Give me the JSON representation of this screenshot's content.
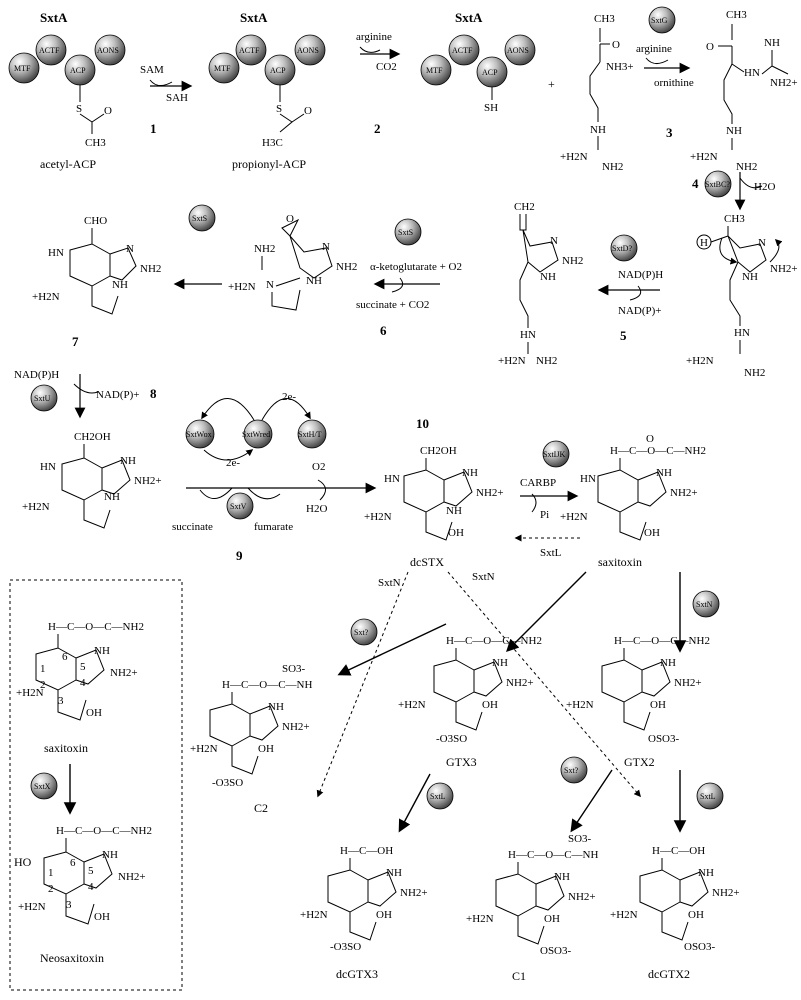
{
  "colors": {
    "sphere_fill": "#bdbdbd",
    "ink": "#000000",
    "background": "#ffffff"
  },
  "sxta": {
    "title": "SxtA",
    "domains": [
      "MTF",
      "ACTF",
      "ACP",
      "AONS"
    ],
    "stage1_caption": "acetyl-ACP",
    "stage2_caption": "propionyl-ACP",
    "ch3": "CH3",
    "h3c": "H3C",
    "sh": "SH",
    "s": "S",
    "o": "O"
  },
  "steps": [
    {
      "number": "1",
      "reagent_in": "SAM",
      "reagent_out": "SAH"
    },
    {
      "number": "2",
      "reagent_in": "arginine",
      "reagent_out": "CO2"
    },
    {
      "number": "3",
      "reagent_in": "arginine",
      "reagent_out": "ornithine"
    },
    {
      "number": "4",
      "reagent_out": "H2O"
    },
    {
      "number": "5",
      "reagent_in": "NAD(P)H",
      "reagent_out": "NAD(P)+"
    },
    {
      "number": "6",
      "reagent_in": "α-ketoglutarate + O2",
      "reagent_out": "succinate + CO2"
    },
    {
      "number": "7"
    },
    {
      "number": "8",
      "reagent_in": "NAD(P)H",
      "reagent_out": "NAD(P)+"
    },
    {
      "number": "9",
      "reagent_in": "succinate",
      "reagent_out": "fumarate"
    },
    {
      "number": "10",
      "reagent_o2": "O2",
      "reagent_h2o": "H2O"
    }
  ],
  "enzymes": {
    "sxtg": "SxtG",
    "sxtbc": "SxtBC?",
    "sxtd": "SxtD?",
    "sxts_a": "SxtS",
    "sxts_b": "SxtS",
    "sxtu": "SxtU",
    "sxtw": "SxtWox",
    "sxtwred": "SxtWred",
    "sxtht": "SxtH/T",
    "sxtv": "SxtV",
    "sxtijk": "SxtIJK",
    "sxtn_sphere": "SxtN",
    "sxtq1": "Sxt?",
    "sxtq2": "Sxt?",
    "sxtl1": "SxtL",
    "sxtl2": "SxtL",
    "sxtx": "SxtX"
  },
  "electron_labels": [
    "2e-",
    "2e-"
  ],
  "pathway_labels": {
    "carbp": "CARBP",
    "pi": "Pi",
    "sxtl_arrow": "SxtL",
    "sxtn_left": "SxtN",
    "sxtn_right": "SxtN"
  },
  "compounds": {
    "dcstx": "dcSTX",
    "saxitoxin": "saxitoxin",
    "gtx3": "GTX3",
    "gtx2": "GTX2",
    "c2": "C2",
    "c1": "C1",
    "dcgtx3": "dcGTX3",
    "dcgtx2": "dcGTX2",
    "box_saxitoxin": "saxitoxin",
    "neosaxitoxin": "Neosaxitoxin"
  },
  "atom_labels": {
    "nh2": "NH2",
    "nh3p": "NH3+",
    "nh": "NH",
    "hn": "HN",
    "n": "N",
    "h2np": "+H2N",
    "nh2p": "NH2+",
    "h2n": "H2N",
    "cho": "CHO",
    "ch2oh": "CH2OH",
    "oh": "OH",
    "h": "H",
    "o": "O",
    "ho": "HO",
    "ch2": "CH2",
    "ch3": "CH3",
    "so3m": "SO3-",
    "oso3m": "OSO3-",
    "mo3so": "-O3SO",
    "carbamate": "H—C—O—C—NH2",
    "sulfocarbamate": "H—C—O—C—NH",
    "hydroxymethyl": "H—C—OH",
    "nump": "NH2+",
    "sevenring_nh": "NH"
  },
  "ring_numbers": [
    "1",
    "2",
    "3",
    "4",
    "5",
    "6"
  ]
}
